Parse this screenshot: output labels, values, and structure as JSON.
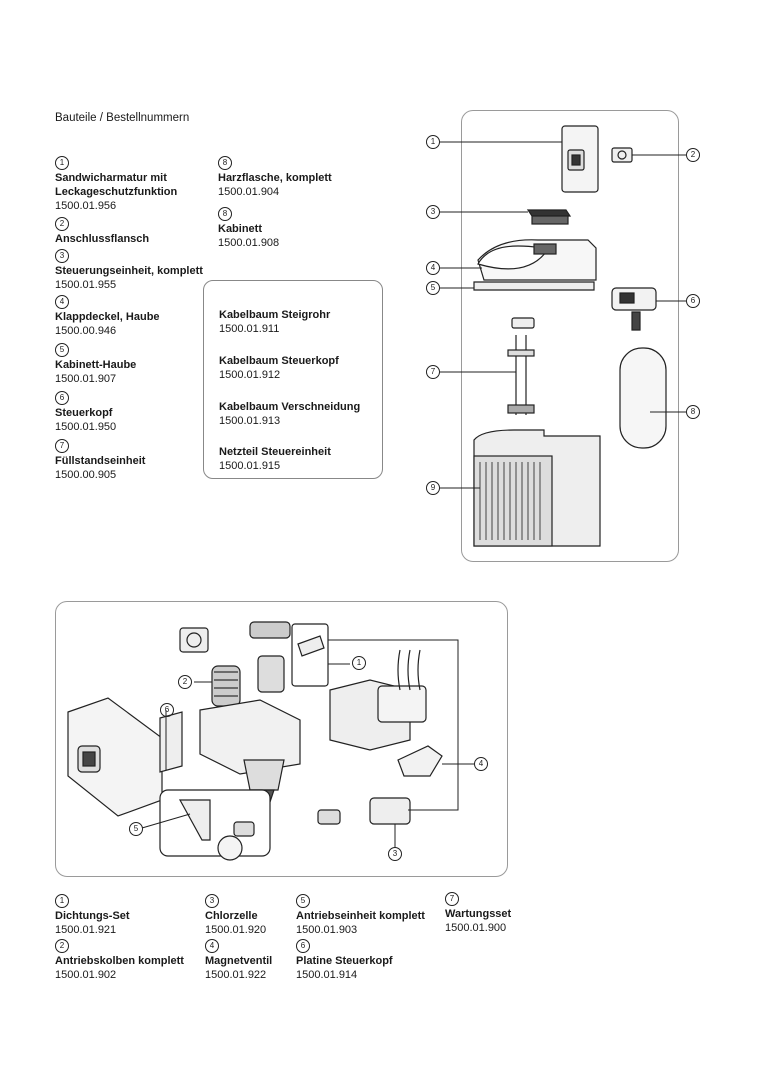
{
  "page_title": "Bauteile / Bestellnummern",
  "parts_top": [
    {
      "num": "1",
      "name": "Sandwicharmatur mit\nLeckageschutzfunktion",
      "code": "1500.01.956"
    },
    {
      "num": "2",
      "name": "Anschlussflansch",
      "code": ""
    },
    {
      "num": "3",
      "name": "Steuerungseinheit, komplett",
      "code": "1500.01.955"
    },
    {
      "num": "4",
      "name": "Klappdeckel, Haube",
      "code": "1500.00.946"
    },
    {
      "num": "5",
      "name": "Kabinett-Haube",
      "code": "1500.01.907"
    },
    {
      "num": "6",
      "name": "Steuerkopf",
      "code": "1500.01.950"
    },
    {
      "num": "7",
      "name": "Füllstandseinheit",
      "code": "1500.00.905"
    },
    {
      "num": "8",
      "name": "Harzflasche, komplett",
      "code": "1500.01.904"
    },
    {
      "num": "8",
      "name": "Kabinett",
      "code": "1500.01.908"
    }
  ],
  "cables": [
    {
      "name": "Kabelbaum Steigrohr",
      "code": "1500.01.911"
    },
    {
      "name": "Kabelbaum Steuerkopf",
      "code": "1500.01.912"
    },
    {
      "name": "Kabelbaum Verschneidung",
      "code": "1500.01.913"
    },
    {
      "name": "Netzteil Steuereinheit",
      "code": "1500.01.915"
    }
  ],
  "parts_bottom": [
    {
      "num": "1",
      "name": "Dichtungs-Set",
      "code": "1500.01.921"
    },
    {
      "num": "2",
      "name": "Antriebskolben komplett",
      "code": "1500.01.902"
    },
    {
      "num": "3",
      "name": "Chlorzelle",
      "code": "1500.01.920"
    },
    {
      "num": "4",
      "name": "Magnetventil",
      "code": "1500.01.922"
    },
    {
      "num": "5",
      "name": "Antriebseinheit komplett",
      "code": "1500.01.903"
    },
    {
      "num": "6",
      "name": "Platine Steuerkopf",
      "code": "1500.01.914"
    },
    {
      "num": "7",
      "name": "Wartungsset",
      "code": "1500.01.900"
    }
  ],
  "diagram_top_callouts": [
    "1",
    "2",
    "3",
    "4",
    "5",
    "6",
    "7",
    "8",
    "9"
  ],
  "diagram_bottom_callouts": [
    "1",
    "2",
    "3",
    "4",
    "5",
    "6"
  ]
}
